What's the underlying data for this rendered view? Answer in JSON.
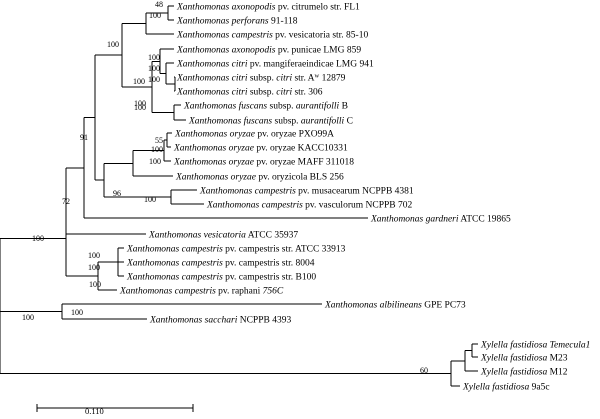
{
  "tree": {
    "taxa": [
      {
        "id": "t1",
        "parts": [
          {
            "t": "Xanthomonas axonopodis",
            "i": true
          },
          {
            "t": " pv. citrumelo str. FL1",
            "i": false
          }
        ]
      },
      {
        "id": "t2",
        "parts": [
          {
            "t": "Xanthomonas perforans",
            "i": true
          },
          {
            "t": " 91-118",
            "i": false
          }
        ]
      },
      {
        "id": "t3",
        "parts": [
          {
            "t": "Xanthomonas campestris",
            "i": true
          },
          {
            "t": " pv. vesicatoria str. 85-10",
            "i": false
          }
        ]
      },
      {
        "id": "t4",
        "parts": [
          {
            "t": "Xanthomonas axonopodis",
            "i": true
          },
          {
            "t": " pv. punicae LMG 859",
            "i": false
          }
        ]
      },
      {
        "id": "t5",
        "parts": [
          {
            "t": "Xanthomonas citri",
            "i": true
          },
          {
            "t": " pv. mangiferaeindicae LMG 941",
            "i": false
          }
        ]
      },
      {
        "id": "t6",
        "parts": [
          {
            "t": "Xanthomonas citri",
            "i": true
          },
          {
            "t": " subsp. ",
            "i": false
          },
          {
            "t": "citri",
            "i": true
          },
          {
            "t": " str. A",
            "i": false
          },
          {
            "t": "w",
            "i": false,
            "sup": true
          },
          {
            "t": " 12879",
            "i": false
          }
        ]
      },
      {
        "id": "t7",
        "parts": [
          {
            "t": "Xanthomonas citri",
            "i": true
          },
          {
            "t": " subsp. ",
            "i": false
          },
          {
            "t": "citri",
            "i": true
          },
          {
            "t": " str. 306",
            "i": false
          }
        ]
      },
      {
        "id": "t8",
        "parts": [
          {
            "t": "Xanthomonas fuscans",
            "i": true
          },
          {
            "t": " subsp. ",
            "i": false
          },
          {
            "t": "aurantifolli",
            "i": true
          },
          {
            "t": " B",
            "i": false
          }
        ]
      },
      {
        "id": "t9",
        "parts": [
          {
            "t": "Xanthomonas fuscans",
            "i": true
          },
          {
            "t": " subsp. ",
            "i": false
          },
          {
            "t": "aurantifolli",
            "i": true
          },
          {
            "t": " C",
            "i": false
          }
        ]
      },
      {
        "id": "t10",
        "parts": [
          {
            "t": "Xanthomonas oryzae",
            "i": true
          },
          {
            "t": " pv. oryzae PXO99A",
            "i": false
          }
        ]
      },
      {
        "id": "t11",
        "parts": [
          {
            "t": "Xanthomonas oryzae",
            "i": true
          },
          {
            "t": " pv. oryzae KACC10331",
            "i": false
          }
        ]
      },
      {
        "id": "t12",
        "parts": [
          {
            "t": "Xanthomonas oryzae",
            "i": true
          },
          {
            "t": " pv. oryzae MAFF 311018",
            "i": false
          }
        ]
      },
      {
        "id": "t13",
        "parts": [
          {
            "t": "Xanthomonas oryzae",
            "i": true
          },
          {
            "t": " pv. oryzicola BLS 256",
            "i": false
          }
        ]
      },
      {
        "id": "t14",
        "parts": [
          {
            "t": "Xanthomonas campestris",
            "i": true
          },
          {
            "t": " pv. musacearum NCPPB 4381",
            "i": false
          }
        ]
      },
      {
        "id": "t15",
        "parts": [
          {
            "t": "Xanthomonas campestris",
            "i": true
          },
          {
            "t": " pv. vasculorum NCPPB 702",
            "i": false
          }
        ]
      },
      {
        "id": "t16",
        "parts": [
          {
            "t": "Xanthomonas gardneri",
            "i": true
          },
          {
            "t": " ATCC 19865",
            "i": false
          }
        ]
      },
      {
        "id": "t17",
        "parts": [
          {
            "t": "Xanthomonas vesicatoria",
            "i": true
          },
          {
            "t": " ATCC 35937",
            "i": false
          }
        ]
      },
      {
        "id": "t18",
        "parts": [
          {
            "t": "Xanthomonas campestris",
            "i": true
          },
          {
            "t": " pv. campestris str. ATCC 33913",
            "i": false
          }
        ]
      },
      {
        "id": "t19",
        "parts": [
          {
            "t": "Xanthomonas campestris",
            "i": true
          },
          {
            "t": " pv. campestris str. 8004",
            "i": false
          }
        ]
      },
      {
        "id": "t20",
        "parts": [
          {
            "t": "Xanthomonas campestris",
            "i": true
          },
          {
            "t": " pv. campestris str. B100",
            "i": false
          }
        ]
      },
      {
        "id": "t21",
        "parts": [
          {
            "t": "Xanthomonas campestris",
            "i": true
          },
          {
            "t": " pv. raphani ",
            "i": false
          },
          {
            "t": "756C",
            "i": true
          }
        ]
      },
      {
        "id": "t22",
        "parts": [
          {
            "t": "Xanthomonas albilineans",
            "i": true
          },
          {
            "t": " GPE PC73",
            "i": false
          }
        ]
      },
      {
        "id": "t23",
        "parts": [
          {
            "t": "Xanthomonas sacchari",
            "i": true
          },
          {
            "t": " NCPPB 4393",
            "i": false
          }
        ]
      },
      {
        "id": "t24",
        "parts": [
          {
            "t": "Xylella fastidiosa Temecula1",
            "i": true
          }
        ]
      },
      {
        "id": "t25",
        "parts": [
          {
            "t": "Xylella fastidiosa",
            "i": true
          },
          {
            "t": " M23",
            "i": false
          }
        ]
      },
      {
        "id": "t26",
        "parts": [
          {
            "t": "Xylella fastidiosa",
            "i": true
          },
          {
            "t": " M12",
            "i": false
          }
        ]
      },
      {
        "id": "t27",
        "parts": [
          {
            "t": "Xylella fastidiosa",
            "i": true
          },
          {
            "t": " 9a5c",
            "i": false
          }
        ]
      }
    ],
    "bootstrap_values": [
      "48",
      "100",
      "100",
      "100",
      "100",
      "100",
      "100",
      "100",
      "100",
      "55",
      "100",
      "100",
      "96",
      "100",
      "91",
      "72",
      "100",
      "100",
      "100",
      "100",
      "100",
      "100",
      "60"
    ],
    "scale_bar_label": "0.110"
  }
}
